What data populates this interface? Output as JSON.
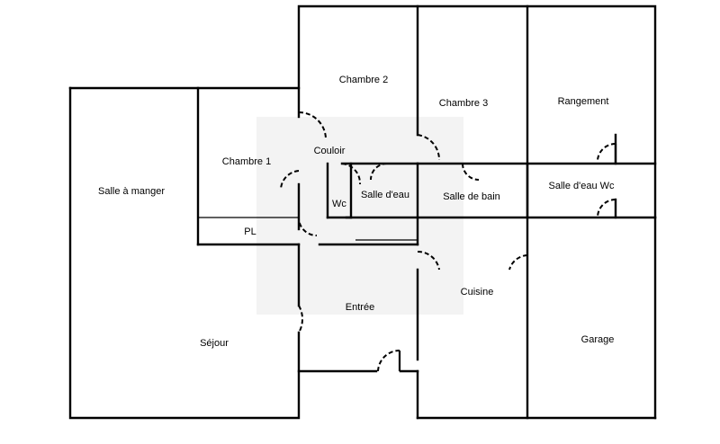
{
  "rooms": {
    "salle_a_manger": "Salle à manger",
    "chambre_1": "Chambre 1",
    "chambre_2": "Chambre 2",
    "chambre_3": "Chambre 3",
    "rangement": "Rangement",
    "couloir": "Couloir",
    "salle_d_eau": "Salle d'eau",
    "wc": "Wc",
    "salle_de_bain": "Salle de bain",
    "salle_d_eau_wc": "Salle d'eau Wc",
    "pl": "PL",
    "cuisine": "Cuisine",
    "entree": "Entrée",
    "sejour": "Séjour",
    "garage": "Garage"
  }
}
